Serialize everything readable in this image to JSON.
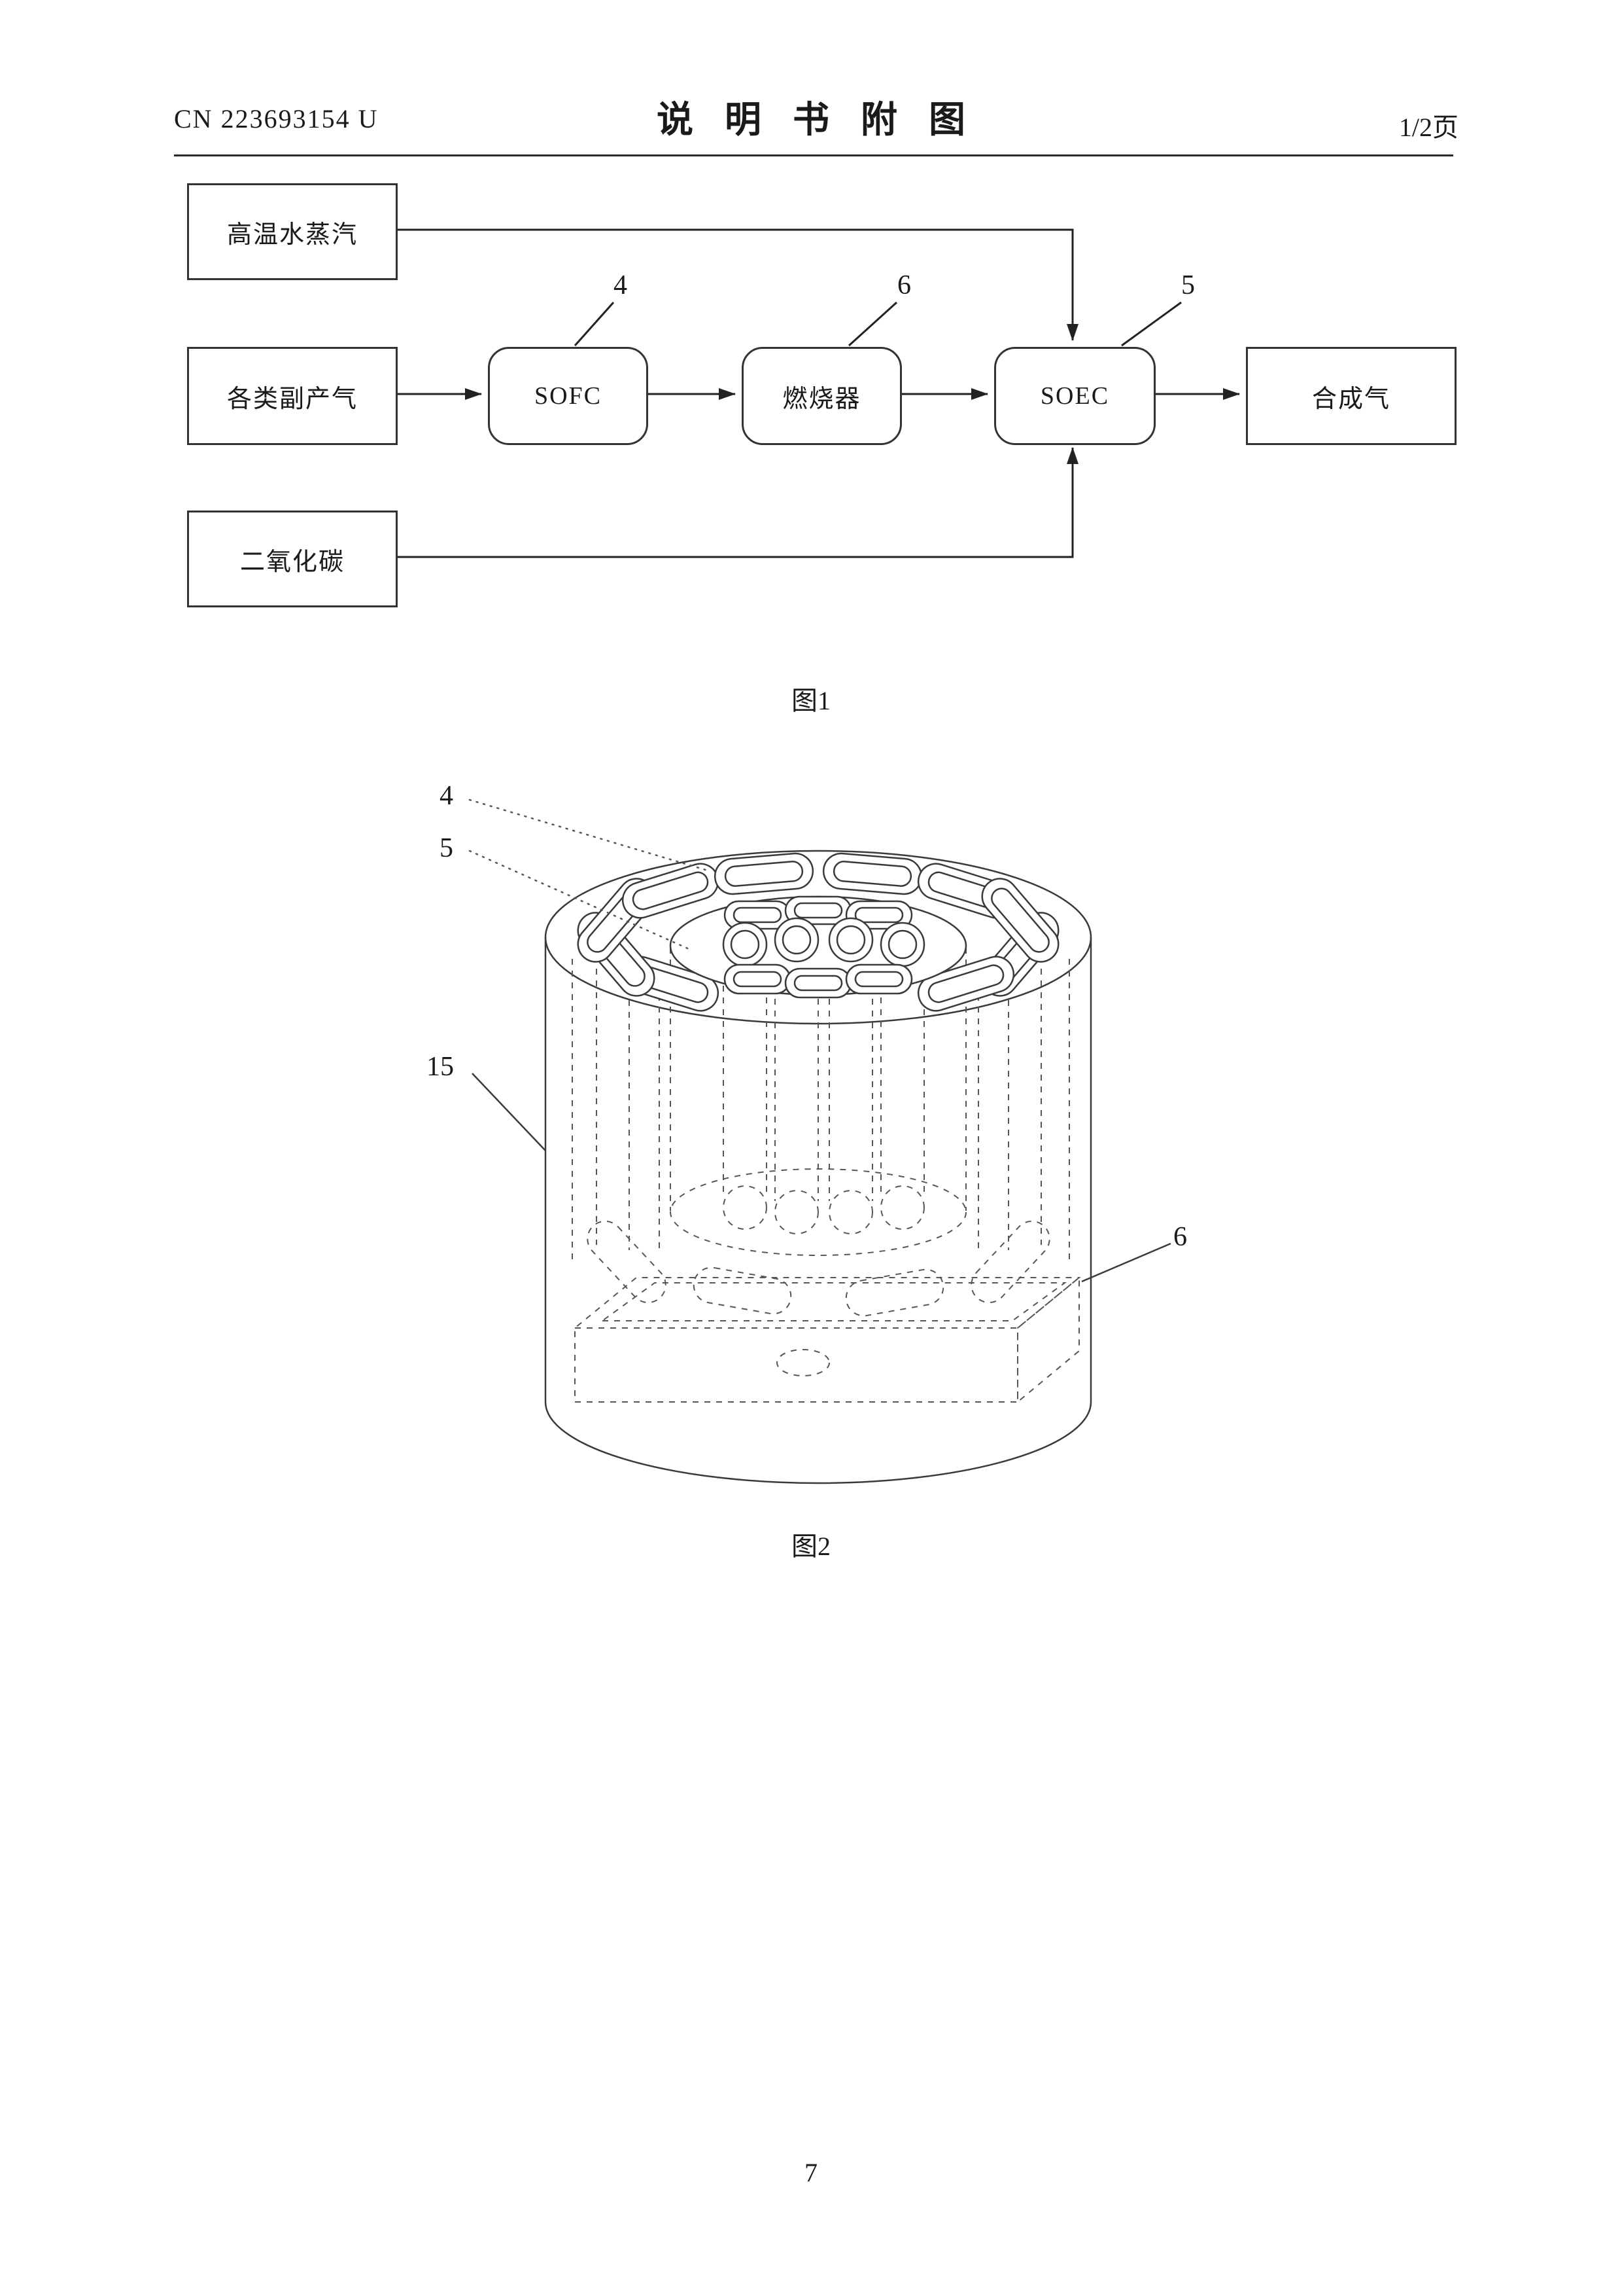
{
  "header": {
    "doc_number": "CN 223693154 U",
    "title": "说明书附图",
    "page_indicator": "1/2页"
  },
  "figure1": {
    "caption": "图1",
    "boxes": {
      "steam": "高温水蒸汽",
      "byproduct": "各类副产气",
      "co2": "二氧化碳",
      "sofc": "SOFC",
      "burner": "燃烧器",
      "soec": "SOEC",
      "syngas": "合成气"
    },
    "ref_labels": {
      "sofc": "4",
      "burner": "6",
      "soec": "5"
    }
  },
  "figure2": {
    "caption": "图2",
    "ref_labels": {
      "outer_tubes": "4",
      "inner_tubes": "5",
      "shell": "15",
      "burner": "6"
    }
  },
  "footer": {
    "page_number": "7"
  }
}
